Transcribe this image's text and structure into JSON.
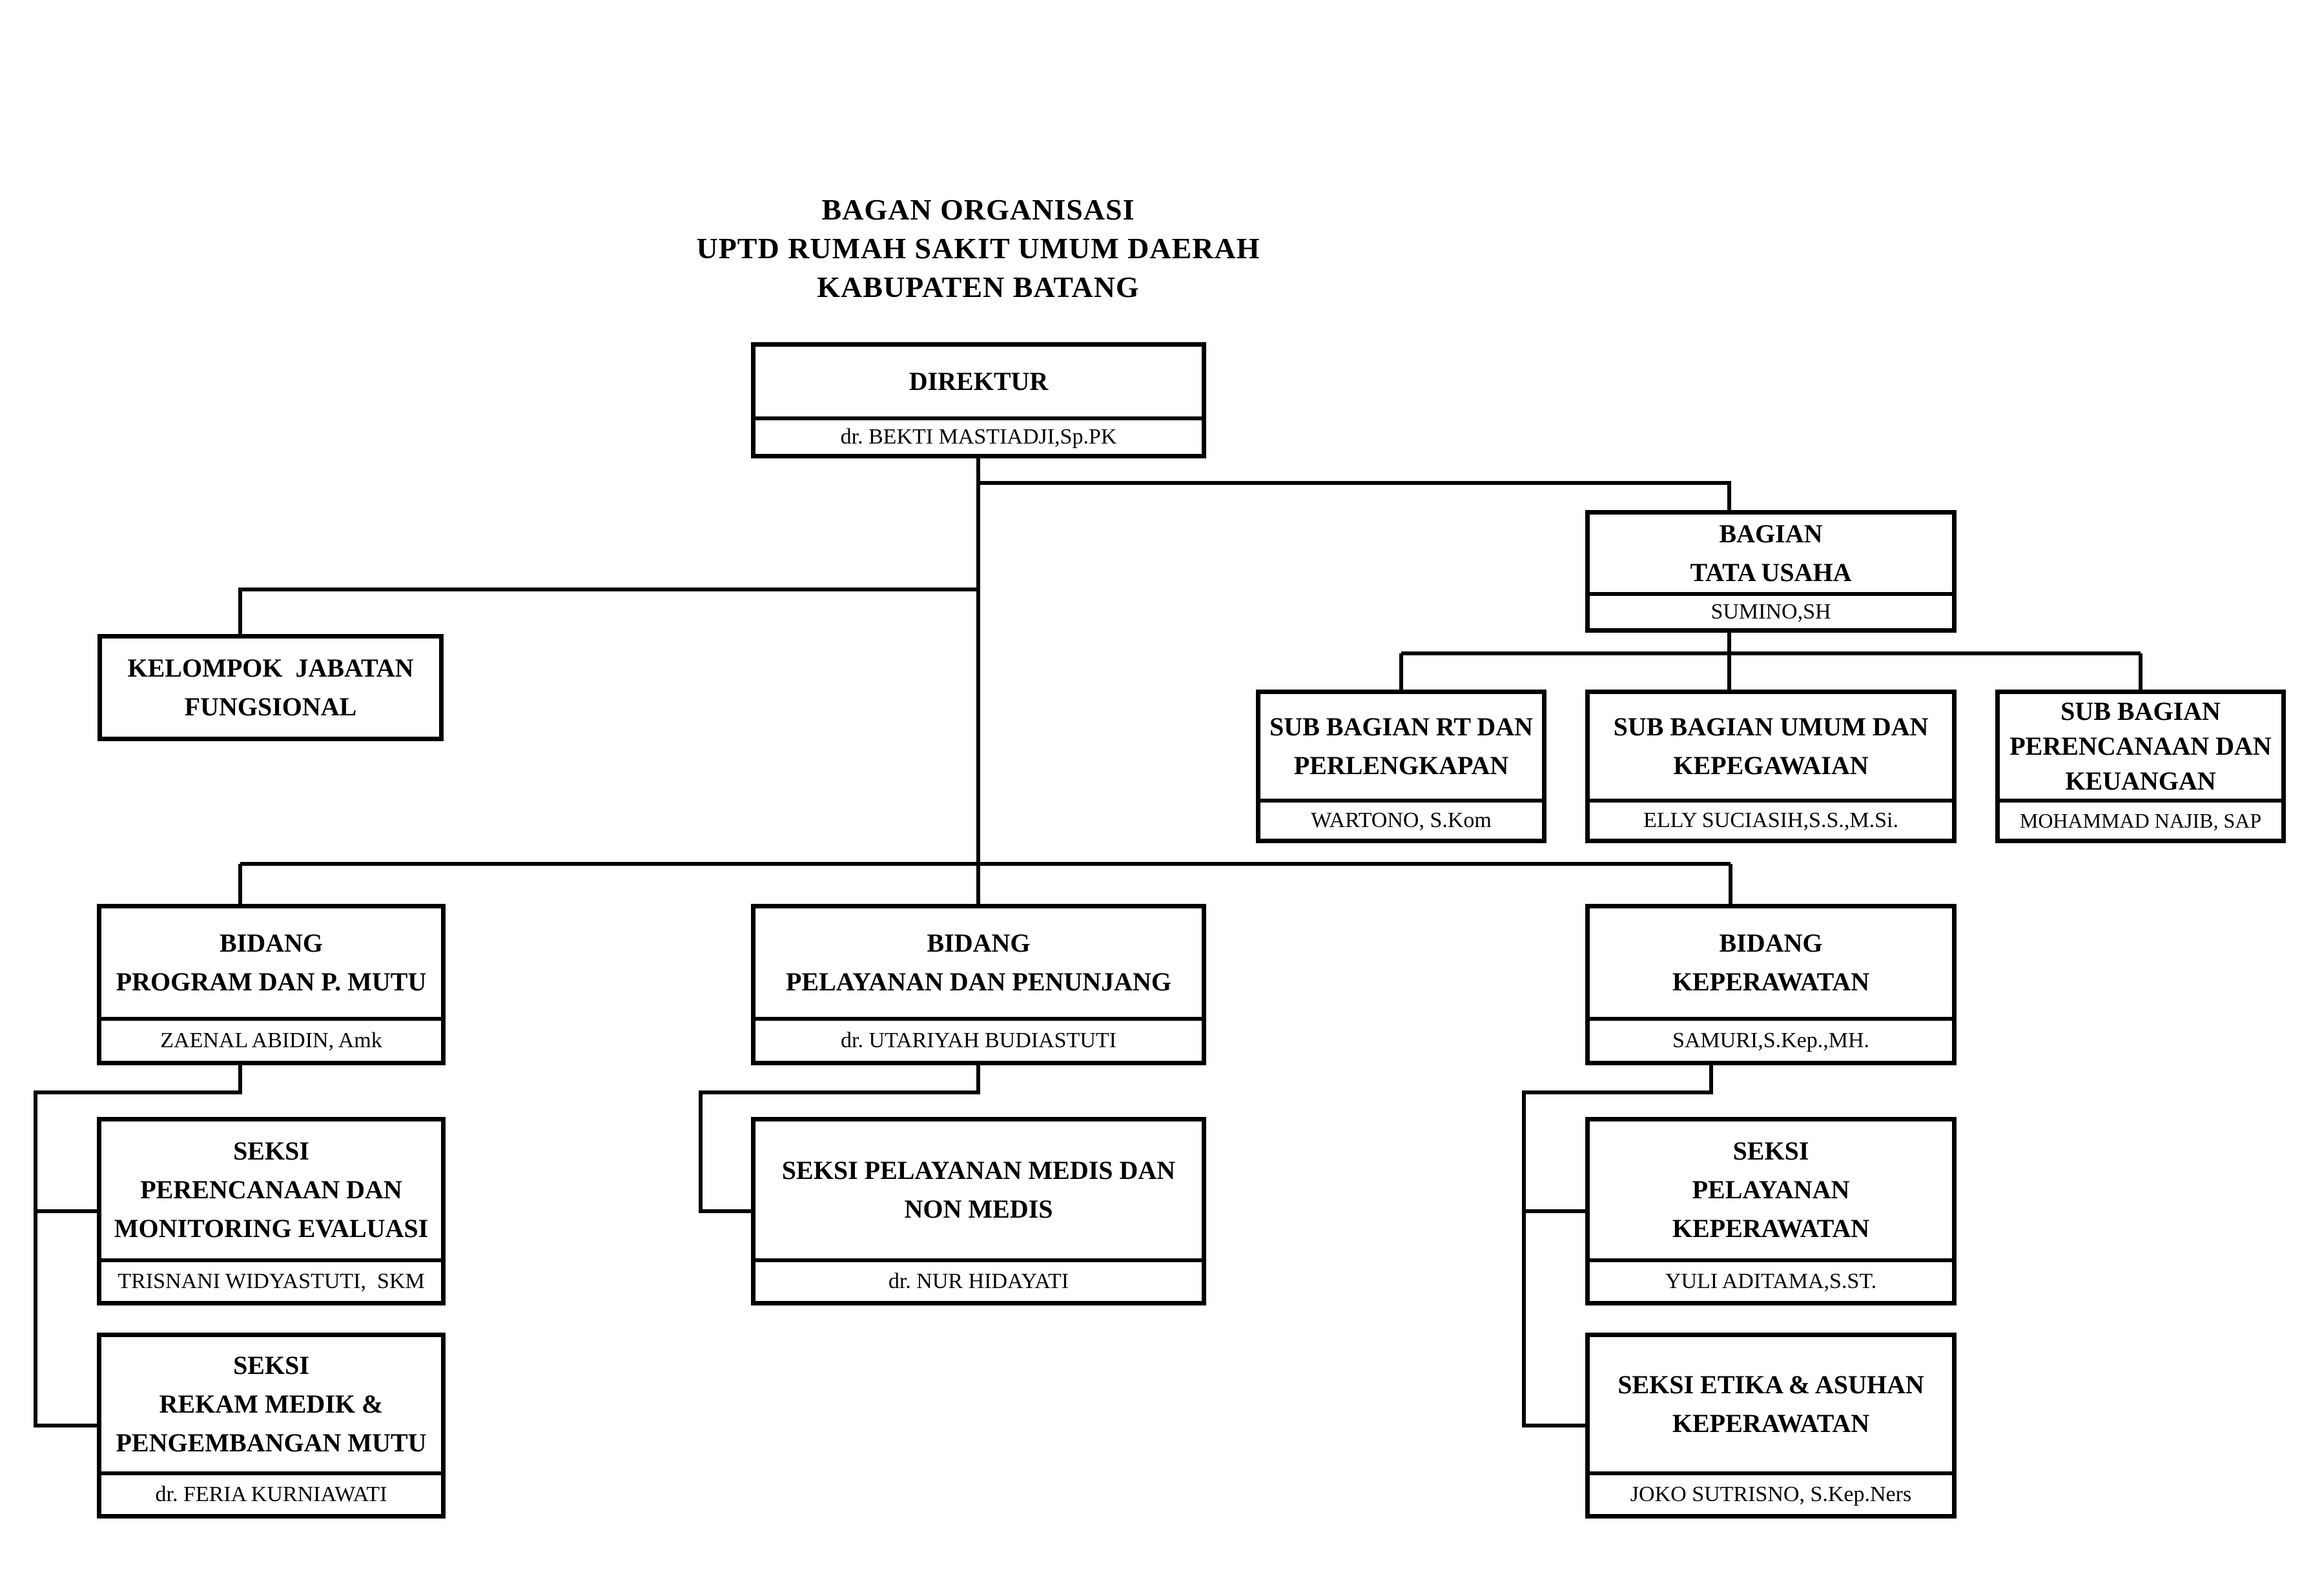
{
  "page": {
    "background_color": "#ffffff",
    "line_color": "#000000",
    "description": "Organizational chart"
  },
  "heading": {
    "line1": "BAGAN ORGANISASI",
    "line2": "UPTD RUMAH SAKIT UMUM DAERAH",
    "line3": "KABUPATEN BATANG"
  },
  "nodes": {
    "direktur": {
      "role_lines": [
        "DIREKTUR"
      ],
      "holder": "dr. BEKTI MASTIADJI,Sp.PK"
    },
    "kelompok_jabatan_fungsional": {
      "role_lines": [
        "KELOMPOK  JABATAN",
        "FUNGSIONAL"
      ]
    },
    "bagian_tata_usaha": {
      "role_lines": [
        "BAGIAN",
        "TATA USAHA"
      ],
      "holder": "SUMINO,SH"
    },
    "sub_bagian_rt": {
      "role_lines": [
        "SUB BAGIAN RT DAN",
        "PERLENGKAPAN"
      ],
      "holder": "WARTONO, S.Kom"
    },
    "sub_bagian_umum": {
      "role_lines": [
        "SUB BAGIAN UMUM DAN",
        "KEPEGAWAIAN"
      ],
      "holder": "ELLY SUCIASIH,S.S.,M.Si."
    },
    "sub_bagian_perencanaan": {
      "role_lines": [
        "SUB BAGIAN",
        "PERENCANAAN DAN",
        "KEUANGAN"
      ],
      "holder": "MOHAMMAD NAJIB, SAP"
    },
    "bidang_program": {
      "role_lines": [
        "BIDANG",
        "PROGRAM DAN P. MUTU"
      ],
      "holder": "ZAENAL ABIDIN, Amk"
    },
    "bidang_pelayanan": {
      "role_lines": [
        "BIDANG",
        "PELAYANAN DAN PENUNJANG"
      ],
      "holder": "dr. UTARIYAH BUDIASTUTI"
    },
    "bidang_keperawatan": {
      "role_lines": [
        "BIDANG",
        "KEPERAWATAN"
      ],
      "holder": "SAMURI,S.Kep.,MH."
    },
    "seksi_perencanaan_monev": {
      "role_lines": [
        "SEKSI",
        "PERENCANAAN DAN",
        "MONITORING EVALUASI"
      ],
      "holder": "TRISNANI WIDYASTUTI,  SKM"
    },
    "seksi_rekam_medik": {
      "role_lines": [
        "SEKSI",
        "REKAM MEDIK &",
        "PENGEMBANGAN MUTU"
      ],
      "holder": "dr. FERIA KURNIAWATI"
    },
    "seksi_pelayanan_medis": {
      "role_lines": [
        "SEKSI PELAYANAN MEDIS DAN",
        "NON MEDIS"
      ],
      "holder": "dr. NUR HIDAYATI"
    },
    "seksi_pelayanan_keperawatan": {
      "role_lines": [
        "SEKSI",
        "PELAYANAN",
        "KEPERAWATAN"
      ],
      "holder": "YULI ADITAMA,S.ST."
    },
    "seksi_etika_asuhan": {
      "role_lines": [
        "SEKSI ETIKA & ASUHAN",
        "KEPERAWATAN"
      ],
      "holder": "JOKO SUTRISNO, S.Kep.Ners"
    }
  }
}
